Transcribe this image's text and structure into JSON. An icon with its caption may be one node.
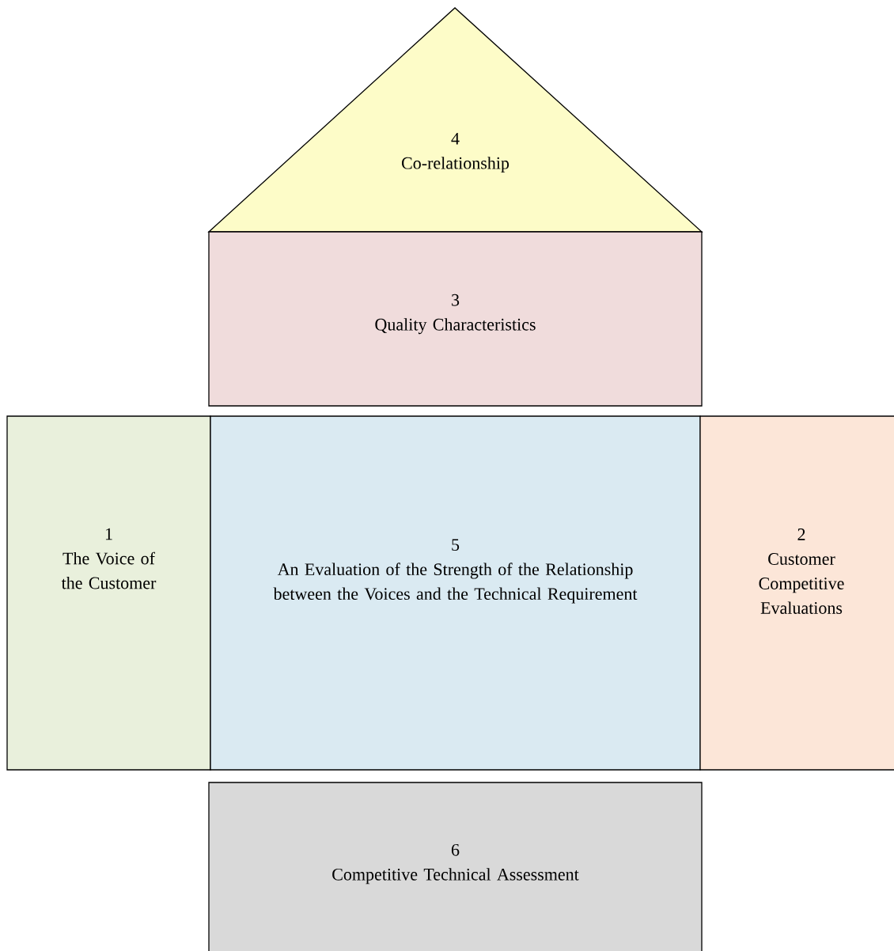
{
  "diagram": {
    "nodes": [
      {
        "text": [
          "4",
          "Co-relationship"
        ]
      },
      {
        "text": [
          "3",
          "Quality Characteristics"
        ]
      },
      {
        "text": [
          "1",
          "The Voice of the Customer"
        ]
      },
      {
        "text": [
          "5",
          "An Evaluation of the Strength of the Relationship between the Voices and the Technical Requirement"
        ]
      },
      {
        "text": [
          "2",
          "Customer Competitive Evaluations"
        ]
      },
      {
        "text": [
          "6",
          "Competitive Technical Assessment"
        ]
      }
    ]
  }
}
